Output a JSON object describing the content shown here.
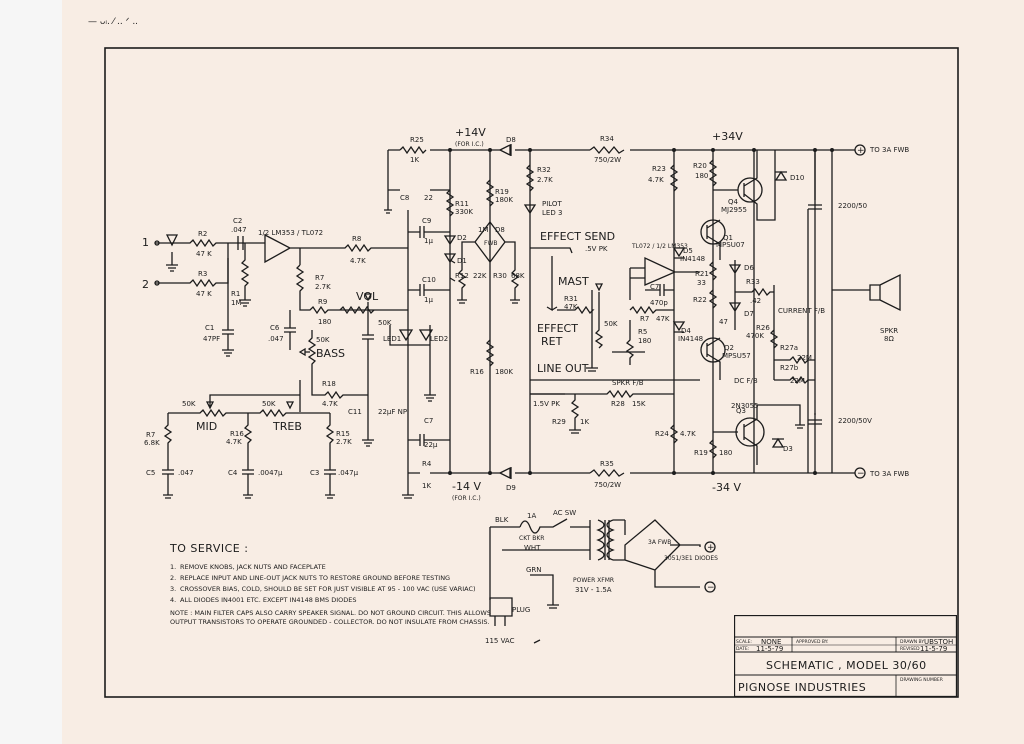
{
  "top_corner_mark": "— ᴗᵢ. ⁄ .. ᐟ ..",
  "rails": {
    "pos14": "+14V",
    "pos14_sub": "(FOR I.C.)",
    "neg14": "-14 V",
    "neg14_sub": "(FOR I.C.)",
    "pos34": "+34V",
    "neg34": "-34 V",
    "to_fwb_pos": "TO 3A FWB",
    "to_fwb_neg": "TO 3A FWB",
    "plus_sym": "+",
    "minus_sym": "−"
  },
  "inputs": {
    "in1": "1",
    "in2": "2"
  },
  "labels": {
    "R2": "R2",
    "R2v": "47 K",
    "R3": "R3",
    "R3v": "47 K",
    "C2": "C2",
    "C2v": ".047",
    "R1": "R1",
    "R1v": "1M",
    "C1": "C1",
    "C1v": "47PF",
    "opamp1": "1/2 LM353 / TL072",
    "R8": "R8",
    "R8v": "4.7K",
    "R7": "R7",
    "R7v": "2.7K",
    "R9": "R9",
    "R9v": "180",
    "VOL": "VOL",
    "vol50k": "50K",
    "C6": "C6",
    "C6v": ".047",
    "bass50k": "50K",
    "BASS": "BASS",
    "R18": "R18",
    "R18v": "4.7K",
    "C11": "C11",
    "C11v": "22μF NP",
    "LED1": "LED1",
    "LED2": "LED2",
    "C10": "C10",
    "C10v": "1μ",
    "C9": "C9",
    "C9v": "1μ",
    "mid50k": "50K",
    "treb50k": "50K",
    "MID": "MID",
    "TREB": "TREB",
    "R7b": "R7",
    "R7bv": "6.8K",
    "R16": "R16",
    "R16v": "4.7K",
    "R15": "R15",
    "R15v": "2.7K",
    "C5": "C5",
    "C5v": ".047",
    "C4": "C4",
    "C4v": ".0047μ",
    "C3": "C3",
    "C3v": ".047μ",
    "C7a": "C7",
    "C7av": "22μ",
    "R4": "R4",
    "R4v": "1K",
    "R25": "R25",
    "R25v": "1K",
    "C8": "C8",
    "C8v": "22",
    "D8": "D8",
    "D9": "D9",
    "R11": "R11",
    "R11v": "330K",
    "R19": "R19",
    "R19v": "180K",
    "R32": "R32",
    "R32v": "2.7K",
    "PILOT": "PILOT",
    "LED3": "LED 3",
    "D2": "D2",
    "D1": "D1",
    "FWB": "FWB",
    "IM": "1M",
    "D8b": "D8",
    "R12": "R12",
    "R22K": "22K",
    "R30": "R30",
    "R30v": "68K",
    "EFFECT_SEND": "EFFECT SEND",
    "send_level": ".5V PK",
    "MAST": "MAST",
    "R31": "R31",
    "R31v": "47K",
    "EFFECT_RET": "EFFECT RET",
    "ret50k": "50K",
    "LINE_OUT": "LINE OUT",
    "line_level": "1.5V PK",
    "R29": "R29",
    "R29v": "1K",
    "R16b": "R16",
    "R16bv": "180K",
    "opamp2": "TL072 / 1/2 LM353",
    "C7b": "C7",
    "C7bv": "470p",
    "R7c": "R7",
    "R7cv": "47K",
    "R5": "R5",
    "R5v": "180",
    "SPKR_FB": "SPKR F/B",
    "R28": "R28",
    "R28v": "15K",
    "R34": "R34",
    "R34v": "750/2W",
    "R35": "R35",
    "R35v": "750/2W",
    "R23": "R23",
    "R23v": "4.7K",
    "R20": "R20",
    "R20v": "180",
    "Q4": "Q4",
    "Q4v": "MJ2955",
    "D10": "D10",
    "Q1": "Q1",
    "Q1v": "MPSU07",
    "D5": "D5",
    "D5v": "IN4148",
    "D6": "D6",
    "D7": "D7",
    "R21": "R21",
    "R21v": "33",
    "R22": "R22",
    "R22v": "47",
    "R33": "R33",
    "R33v": ".42",
    "D4": "D4",
    "D4v": "IN4148",
    "Q2": "Q2",
    "Q2v": "MPSU57",
    "CURRENT_FB": "CURRENT F/B",
    "R26": "R26",
    "R26v": "470K",
    "R27a": "R27a",
    "R27av": "22M",
    "R27b": "R27b",
    "R27bv": "22M",
    "DC_FB": "DC F/B",
    "Q3": "Q3",
    "Q3v": "2N3055",
    "R24": "R24",
    "R24v": "4.7K",
    "R19b": "R19",
    "R19bv": "180",
    "D3": "D3",
    "C2200a": "2200/50",
    "C2200b": "2200/50V",
    "SPKR": "SPKR",
    "SPKRv": "8Ω",
    "BLK": "BLK",
    "fuse": "1A",
    "CKTBKR": "CKT BKR",
    "ACSW": "AC SW",
    "WHT": "WHT",
    "GRN": "GRN",
    "POWER_XFMR": "POWER XFMR",
    "XFMRv": "31V - 1.5A",
    "FWB3A": "3A FWB",
    "diodes": "3051/3E1 DIODES",
    "PLUG": "PLUG",
    "VAC": "115 VAC"
  },
  "notes": {
    "heading": "TO SERVICE :",
    "items": [
      "REMOVE KNOBS, JACK NUTS AND FACEPLATE",
      "REPLACE INPUT AND LINE-OUT JACK NUTS TO RESTORE GROUND BEFORE TESTING",
      "CROSSOVER BIAS, COLD, SHOULD BE SET FOR JUST VISIBLE AT 95 - 100 VAC (USE VARIAC)",
      "ALL DIODES IN4001 ETC. EXCEPT IN4148 BMS DIODES"
    ],
    "numbers": [
      "1.",
      "2.",
      "3.",
      "4."
    ],
    "note": "NOTE : MAIN FILTER CAPS ALSO CARRY SPEAKER SIGNAL. DO NOT GROUND CIRCUIT. THIS ALLOWS OUTPUT TRANSISTORS TO OPERATE GROUNDED - COLLECTOR. DO NOT INSULATE FROM CHASSIS."
  },
  "title_block": {
    "scale_label": "SCALE:",
    "scale_value": "NONE",
    "date_label": "DATE:",
    "date_value": "11-5-79",
    "approved_label": "APPROVED BY:",
    "drawn_label": "DRAWN BY",
    "drawn_value": "UBSTOH",
    "revised_label": "REVISED",
    "revised_value": "11-5-79",
    "title": "SCHEMATIC , MODEL 30/60",
    "company": "PIGNOSE INDUSTRIES",
    "drawing_number_label": "DRAWING NUMBER"
  }
}
